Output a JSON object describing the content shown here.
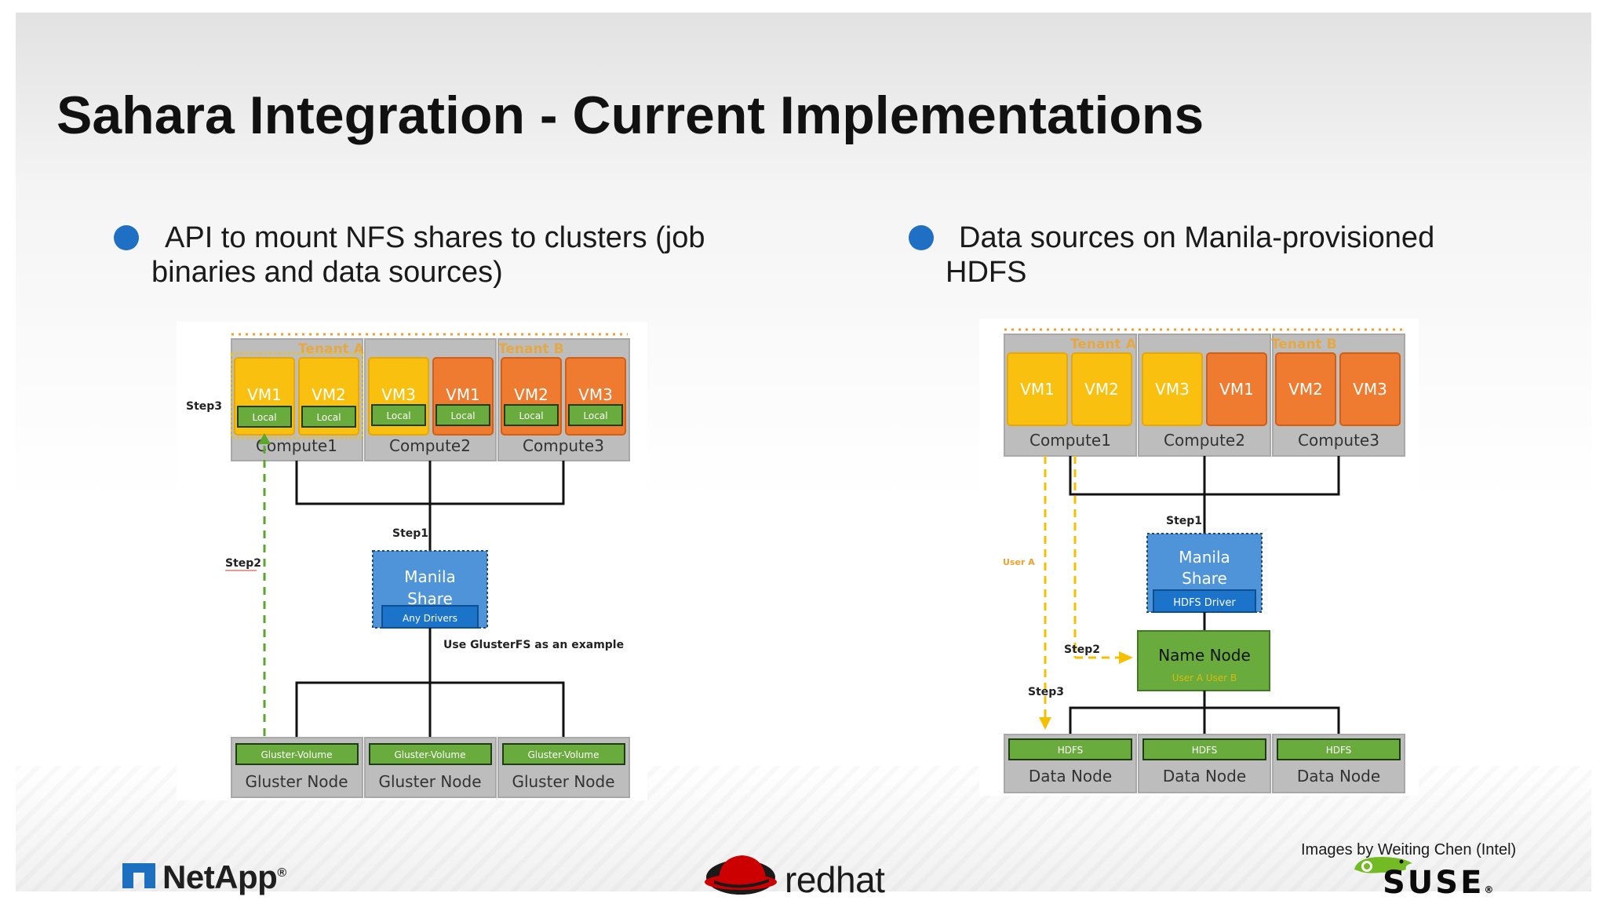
{
  "slide": {
    "title": "Sahara Integration - Current Implementations",
    "left_bullet": {
      "line1": "API to mount NFS shares to clusters (job",
      "line2": "binaries and data sources)"
    },
    "right_bullet": {
      "line1": "Data sources on Manila-provisioned",
      "line2": "HDFS"
    },
    "credit": "Images by Weiting Chen (Intel)",
    "colors": {
      "vm_yellow": "#f9c00f",
      "vm_orange": "#ee7b30",
      "local_green": "#6aab3d",
      "manila_blue": "#4f94d8",
      "driver_blue": "#1b74c9",
      "host_gray": "#bdbdbd",
      "tenant_dots": "#f0a030",
      "bullet_blue": "#1f6fc4",
      "redhat_red": "#cc0000"
    }
  },
  "left_diagram": {
    "tenant_a": "Tenant A",
    "tenant_b": "Tenant B",
    "computes": [
      {
        "name": "Compute1",
        "vms": [
          {
            "label": "VM1",
            "local": "Local"
          },
          {
            "label": "VM2",
            "local": "Local"
          }
        ]
      },
      {
        "name": "Compute2",
        "vms": [
          {
            "label": "VM3",
            "local": "Local"
          },
          {
            "label": "VM1",
            "local": "Local"
          }
        ]
      },
      {
        "name": "Compute3",
        "vms": [
          {
            "label": "VM2",
            "local": "Local"
          },
          {
            "label": "VM3",
            "local": "Local"
          }
        ]
      }
    ],
    "step1": "Step1",
    "step2": "Step2",
    "step3": "Step3",
    "manila_line1": "Manila",
    "manila_line2": "Share",
    "driver": "Any Drivers",
    "note": "Use GlusterFS as an example",
    "nodes": [
      {
        "volume": "Gluster-Volume",
        "name": "Gluster Node"
      },
      {
        "volume": "Gluster-Volume",
        "name": "Gluster Node"
      },
      {
        "volume": "Gluster-Volume",
        "name": "Gluster Node"
      }
    ]
  },
  "right_diagram": {
    "tenant_a": "Tenant A",
    "tenant_b": "Tenant B",
    "computes": [
      {
        "name": "Compute1",
        "vms": [
          "VM1",
          "VM2"
        ]
      },
      {
        "name": "Compute2",
        "vms": [
          "VM3",
          "VM1"
        ]
      },
      {
        "name": "Compute3",
        "vms": [
          "VM2",
          "VM3"
        ]
      }
    ],
    "step1": "Step1",
    "step2": "Step2",
    "step3": "Step3",
    "user_a": "User A",
    "manila_line1": "Manila",
    "manila_line2": "Share",
    "driver": "HDFS Driver",
    "name_node": "Name Node",
    "name_node_sub": "User A  User B",
    "nodes": [
      {
        "tag": "HDFS",
        "name": "Data Node"
      },
      {
        "tag": "HDFS",
        "name": "Data Node"
      },
      {
        "tag": "HDFS",
        "name": "Data Node"
      }
    ]
  },
  "logos": {
    "netapp": "NetApp",
    "netapp_mark": "®",
    "redhat": "redhat",
    "suse": "SUSE",
    "suse_mark": "®"
  }
}
